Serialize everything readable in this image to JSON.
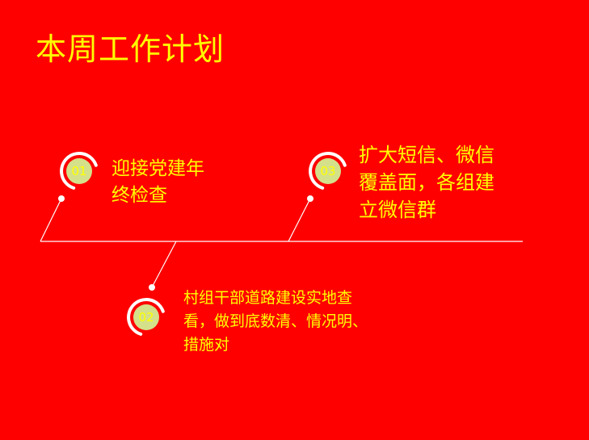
{
  "slide": {
    "title": "本周工作计划",
    "colors": {
      "background": "#ff0000",
      "text": "#ffff00",
      "badge_fill": "#d4e08a",
      "line": "#ffffff"
    },
    "steps": [
      {
        "num": "01",
        "lines": [
          "迎接党建年",
          "终检查"
        ]
      },
      {
        "num": "02",
        "lines": [
          "村组干部道路建设实地查",
          "看，做到底数清、情况明、",
          "措施对"
        ]
      },
      {
        "num": "03",
        "lines": [
          "扩大短信、微信",
          "覆盖面，各组建",
          "立微信群"
        ]
      }
    ]
  }
}
